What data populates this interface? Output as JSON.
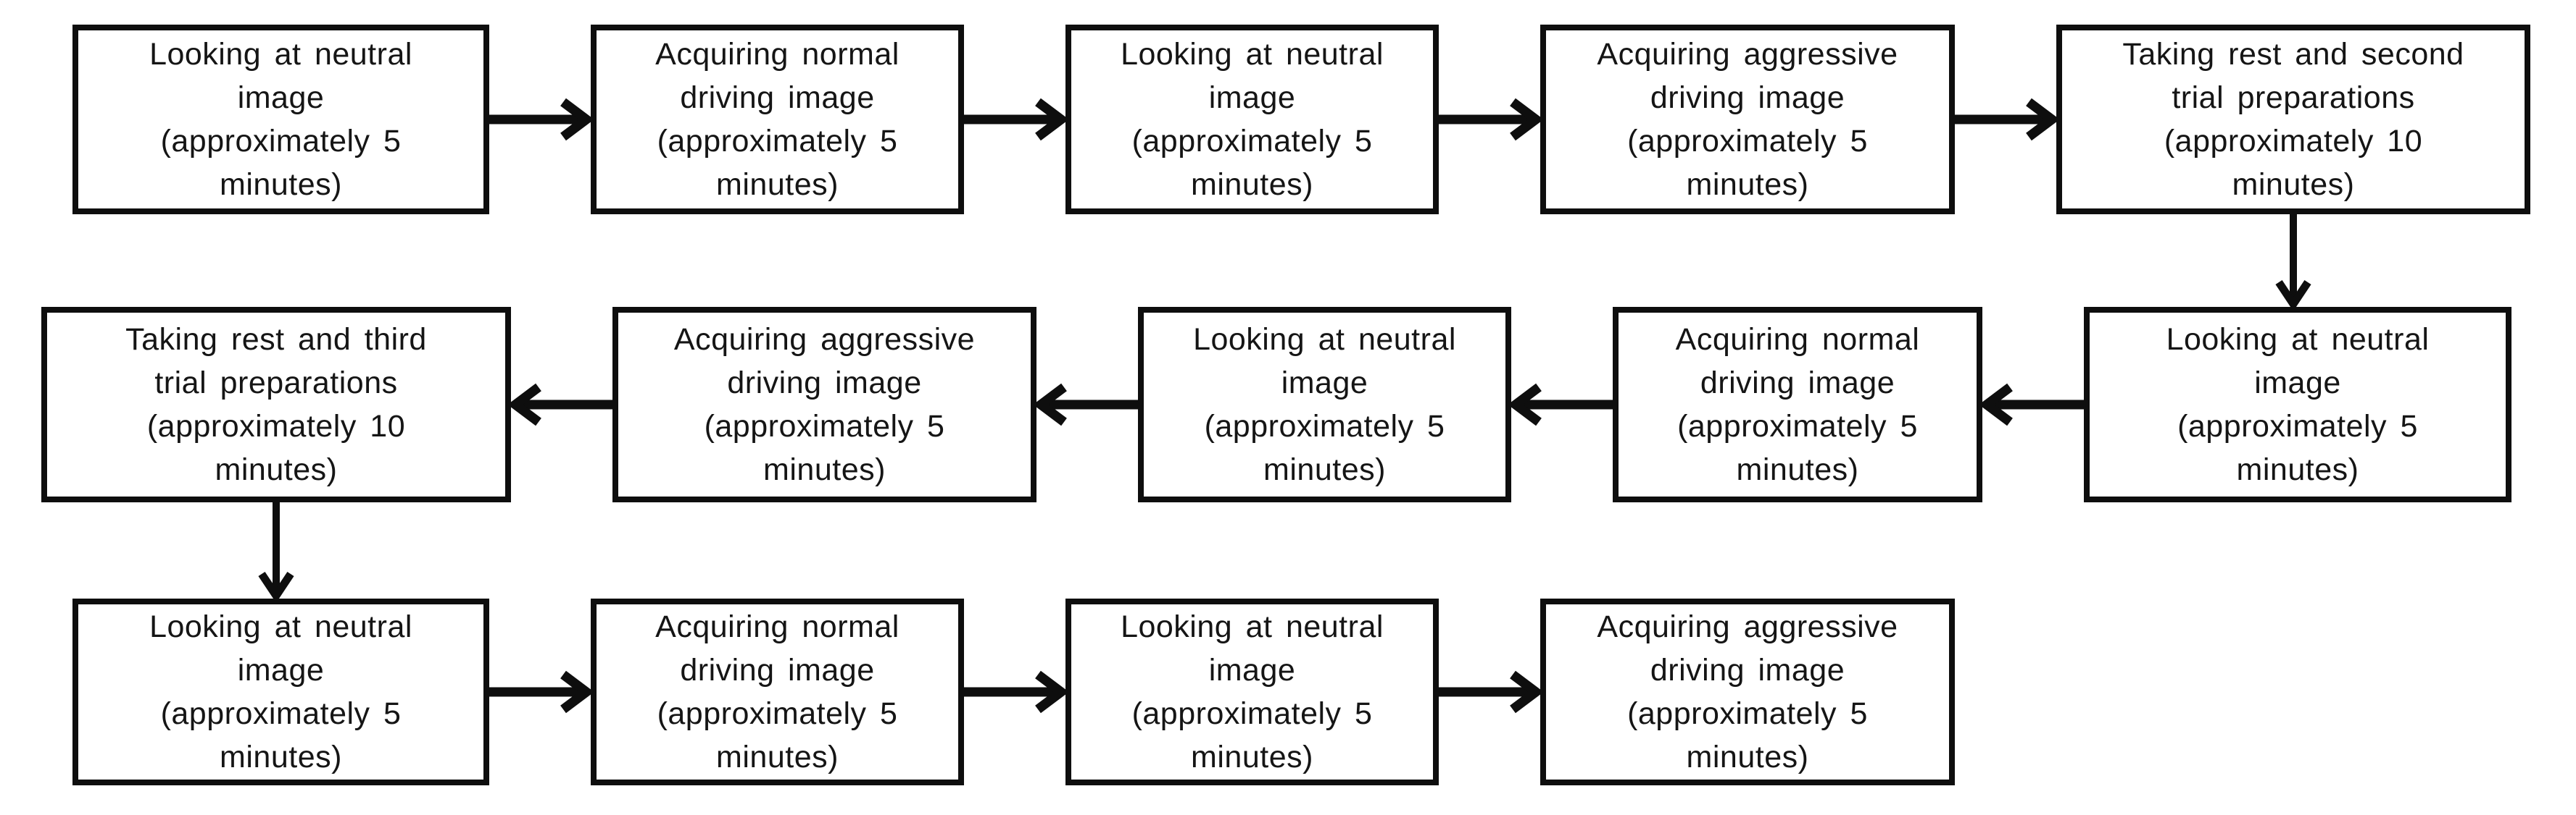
{
  "diagram": {
    "background_color": "#ffffff",
    "box_fill_color": "#ffffff",
    "box_border_color": "#0e0e0e",
    "text_color": "#151515",
    "arrow_color": "#0e0e0e",
    "nodes": [
      {
        "lines": [
          "Looking at neutral",
          "image",
          "(approximately 5",
          "minutes)"
        ]
      },
      {
        "lines": [
          "Acquiring normal",
          "driving image",
          "(approximately 5",
          "minutes)"
        ]
      },
      {
        "lines": [
          "Looking at neutral",
          "image",
          "(approximately 5",
          "minutes)"
        ]
      },
      {
        "lines": [
          "Acquiring aggressive",
          "driving image",
          "(approximately 5",
          "minutes)"
        ]
      },
      {
        "lines": [
          "Taking rest and second",
          "trial preparations",
          "(approximately 10",
          "minutes)"
        ]
      },
      {
        "lines": [
          "Looking at neutral",
          "image",
          "(approximately 5",
          "minutes)"
        ]
      },
      {
        "lines": [
          "Acquiring normal",
          "driving image",
          "(approximately 5",
          "minutes)"
        ]
      },
      {
        "lines": [
          "Looking at neutral",
          "image",
          "(approximately 5",
          "minutes)"
        ]
      },
      {
        "lines": [
          "Acquiring aggressive",
          "driving image",
          "(approximately 5",
          "minutes)"
        ]
      },
      {
        "lines": [
          "Taking rest and third",
          "trial preparations",
          "(approximately 10",
          "minutes)"
        ]
      },
      {
        "lines": [
          "Looking at neutral",
          "image",
          "(approximately 5",
          "minutes)"
        ]
      },
      {
        "lines": [
          "Acquiring normal",
          "driving image",
          "(approximately 5",
          "minutes)"
        ]
      },
      {
        "lines": [
          "Looking at neutral",
          "image",
          "(approximately 5",
          "minutes)"
        ]
      },
      {
        "lines": [
          "Acquiring aggressive",
          "driving image",
          "(approximately 5",
          "minutes)"
        ]
      }
    ],
    "edges": [
      {
        "from": 0,
        "to": 1,
        "direction": "right"
      },
      {
        "from": 1,
        "to": 2,
        "direction": "right"
      },
      {
        "from": 2,
        "to": 3,
        "direction": "right"
      },
      {
        "from": 3,
        "to": 4,
        "direction": "right"
      },
      {
        "from": 4,
        "to": 5,
        "direction": "down"
      },
      {
        "from": 5,
        "to": 6,
        "direction": "left"
      },
      {
        "from": 6,
        "to": 7,
        "direction": "left"
      },
      {
        "from": 7,
        "to": 8,
        "direction": "left"
      },
      {
        "from": 8,
        "to": 9,
        "direction": "left"
      },
      {
        "from": 9,
        "to": 10,
        "direction": "down"
      },
      {
        "from": 10,
        "to": 11,
        "direction": "right"
      },
      {
        "from": 11,
        "to": 12,
        "direction": "right"
      },
      {
        "from": 12,
        "to": 13,
        "direction": "right"
      }
    ]
  }
}
